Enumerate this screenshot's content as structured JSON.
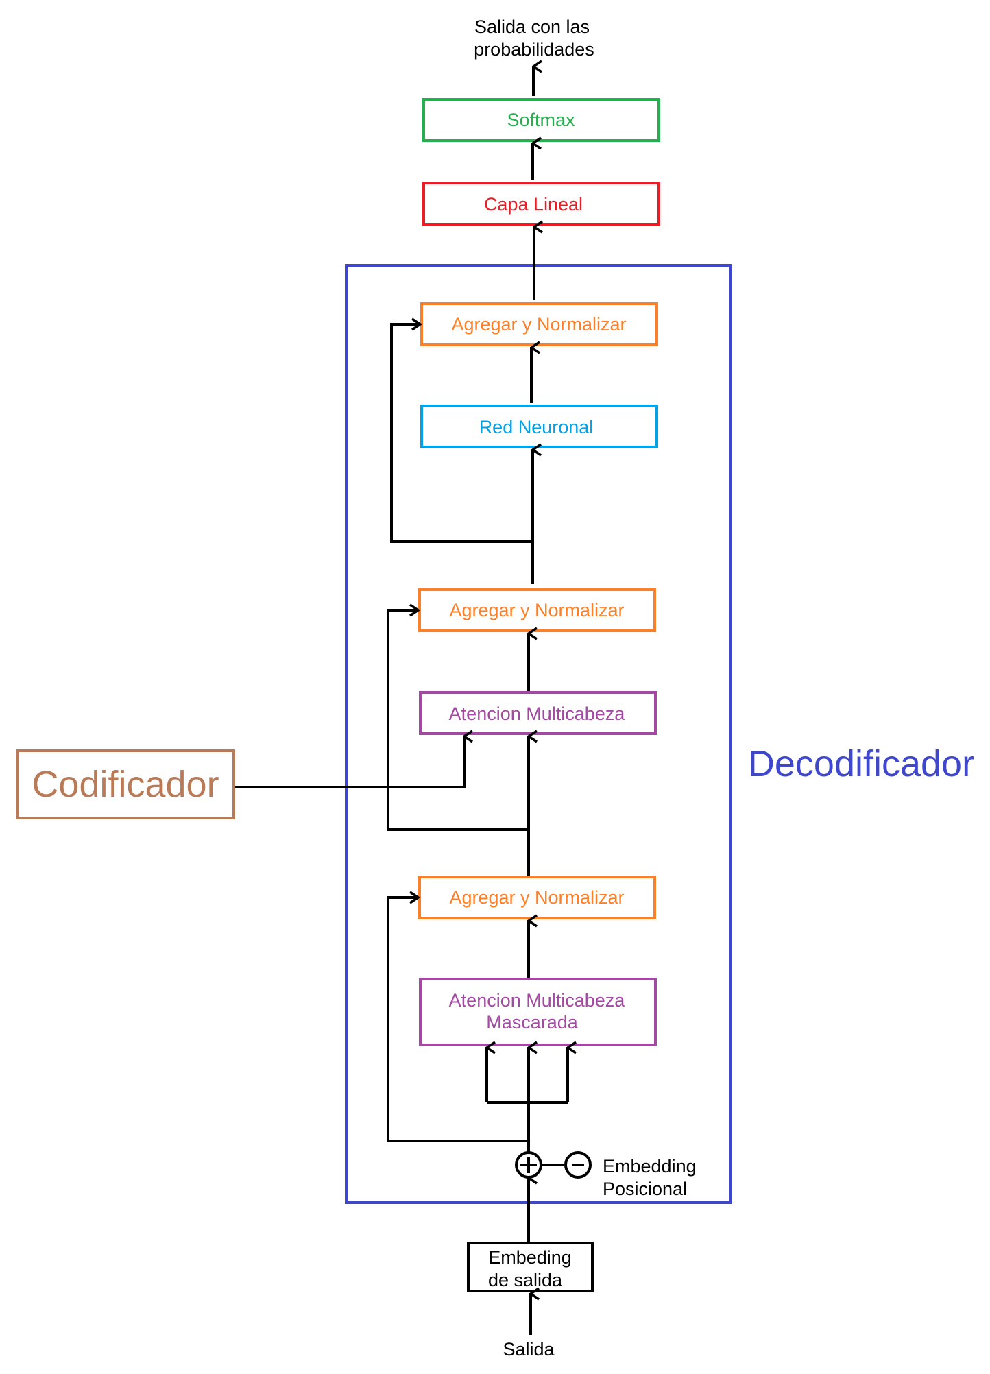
{
  "labels": {
    "output": [
      "Salida con las",
      "probabilidades"
    ],
    "softmax": "Softmax",
    "linear": "Capa Lineal",
    "add_norm_3": "Agregar y Normalizar",
    "feed_forward": "Red Neuronal",
    "add_norm_2": "Agregar y Normalizar",
    "cross_attention": "Atencion Multicabeza",
    "add_norm_1": "Agregar y Normalizar",
    "masked_attention": [
      "Atencion Multicabeza",
      "Mascarada"
    ],
    "positional": [
      "Embedding",
      "Posicional"
    ],
    "output_embedding": [
      "Embeding",
      "de salida"
    ],
    "input": "Salida",
    "encoder": "Codificador",
    "decoder": "Decodificador"
  },
  "colors": {
    "softmax": "#22b14c",
    "linear": "#ed1c24",
    "add_norm": "#ff7f27",
    "feed_forward": "#00a2e8",
    "attention": "#a349a4",
    "decoder": "#3f48cc",
    "encoder": "#b97a57",
    "line": "#000000"
  }
}
